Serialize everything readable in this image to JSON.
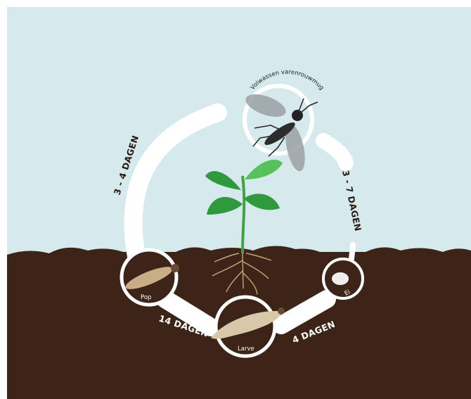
{
  "colors": {
    "sky": "#d6eaee",
    "soil": "#3c2518",
    "cycle_ring": "#ffffff",
    "leaf": "#2f9a3d",
    "leaf_light": "#57c25b",
    "larva": "#d8c7a8",
    "pupa": "#c9ad86"
  },
  "diagram": {
    "adult_label": "Volwassen varenrouwmug",
    "stages": {
      "egg": "Ei",
      "larva": "Larve",
      "pupa": "Pop"
    },
    "durations": {
      "egg_to_larva": "4 DAGEN",
      "larva_to_pupa": "14 DAGEN",
      "pupa_to_adult": "3 - 4 DAGEN",
      "adult_to_egg": "3 - 7 DAGEN"
    }
  }
}
